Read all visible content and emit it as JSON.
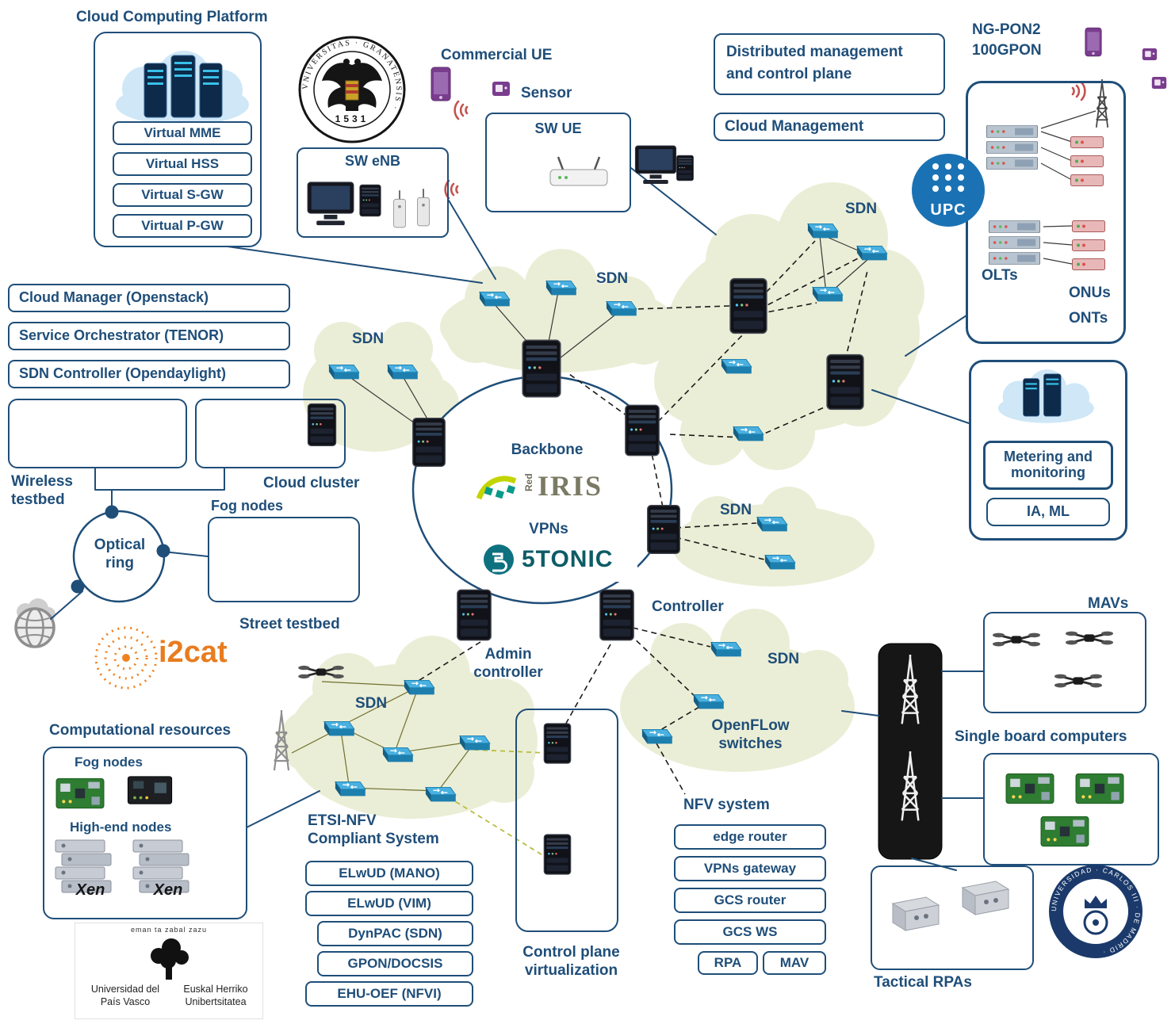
{
  "colors": {
    "accent": "#1f4e79",
    "cloud_fill": "#ebeed6",
    "switch_blue": "#49b0e0",
    "i2cat_orange": "#e87c1f"
  },
  "cloud_platform": {
    "title": "Cloud Computing Platform",
    "items": [
      "Virtual MME",
      "Virtual HSS",
      "Virtual S-GW",
      "Virtual P-GW"
    ]
  },
  "top": {
    "commercial_ue": "Commercial UE",
    "sensor": "Sensor",
    "sw_enb": "SW eNB",
    "sw_ue": "SW UE",
    "dist_line1": "Distributed management",
    "dist_line2": "and control plane",
    "cloud_mgmt": "Cloud Management"
  },
  "ngpon": {
    "line1": "NG-PON2",
    "line2": "100GPON",
    "olts": "OLTs",
    "onus": "ONUs",
    "onts": "ONTs"
  },
  "upc": {
    "label": "UPC"
  },
  "left_stack": {
    "items": [
      "Cloud Manager (Openstack)",
      "Service Orchestrator (TENOR)",
      "SDN Controller (Opendaylight)"
    ]
  },
  "testbeds": {
    "wireless": "Wireless testbed",
    "cloud_cluster": "Cloud cluster",
    "fog_nodes": "Fog nodes",
    "optical_ring": "Optical ring",
    "street": "Street testbed"
  },
  "backbone": {
    "label": "Backbone",
    "rediris_red": "Red",
    "rediris_iris": "IRIS",
    "vpns": "VPNs",
    "fivetonic": "5TONIC"
  },
  "sdn_label": "SDN",
  "metering": {
    "label": "Metering and monitoring",
    "ia_ml": "IA, ML"
  },
  "controllers": {
    "admin": "Admin controller",
    "controller": "Controller",
    "openflow": "OpenFLow switches"
  },
  "control_plane": {
    "label": "Control plane virtualization"
  },
  "nfv": {
    "title": "NFV system",
    "items": [
      "edge router",
      "VPNs gateway",
      "GCS router",
      "GCS WS"
    ],
    "rpa": "RPA",
    "mav": "MAV"
  },
  "etsi": {
    "title": "ETSI-NFV Compliant System",
    "items": [
      "ELwUD (MANO)",
      "ELwUD (VIM)",
      "DynPAC (SDN)",
      "GPON/DOCSIS",
      "EHU-OEF (NFVI)"
    ]
  },
  "comp": {
    "title": "Computational resources",
    "fog": "Fog nodes",
    "high_end": "High-end nodes",
    "xen": "Xen"
  },
  "upv": {
    "motto": "eman ta zabal zazu",
    "spanish": "Universidad del País Vasco",
    "basque": "Euskal Herriko Unibertsitatea"
  },
  "right": {
    "mavs": "MAVs",
    "sbc": "Single board computers",
    "tactical": "Tactical RPAs"
  },
  "i2cat": {
    "label": "i2cat"
  },
  "ugr": {
    "ring_text": "VNIVERSITAS · GRANATENSIS ·",
    "year": "1531"
  },
  "uc3m": {
    "ring_text": "UNIVERSIDAD · CARLOS III · DE MADRID ·"
  }
}
